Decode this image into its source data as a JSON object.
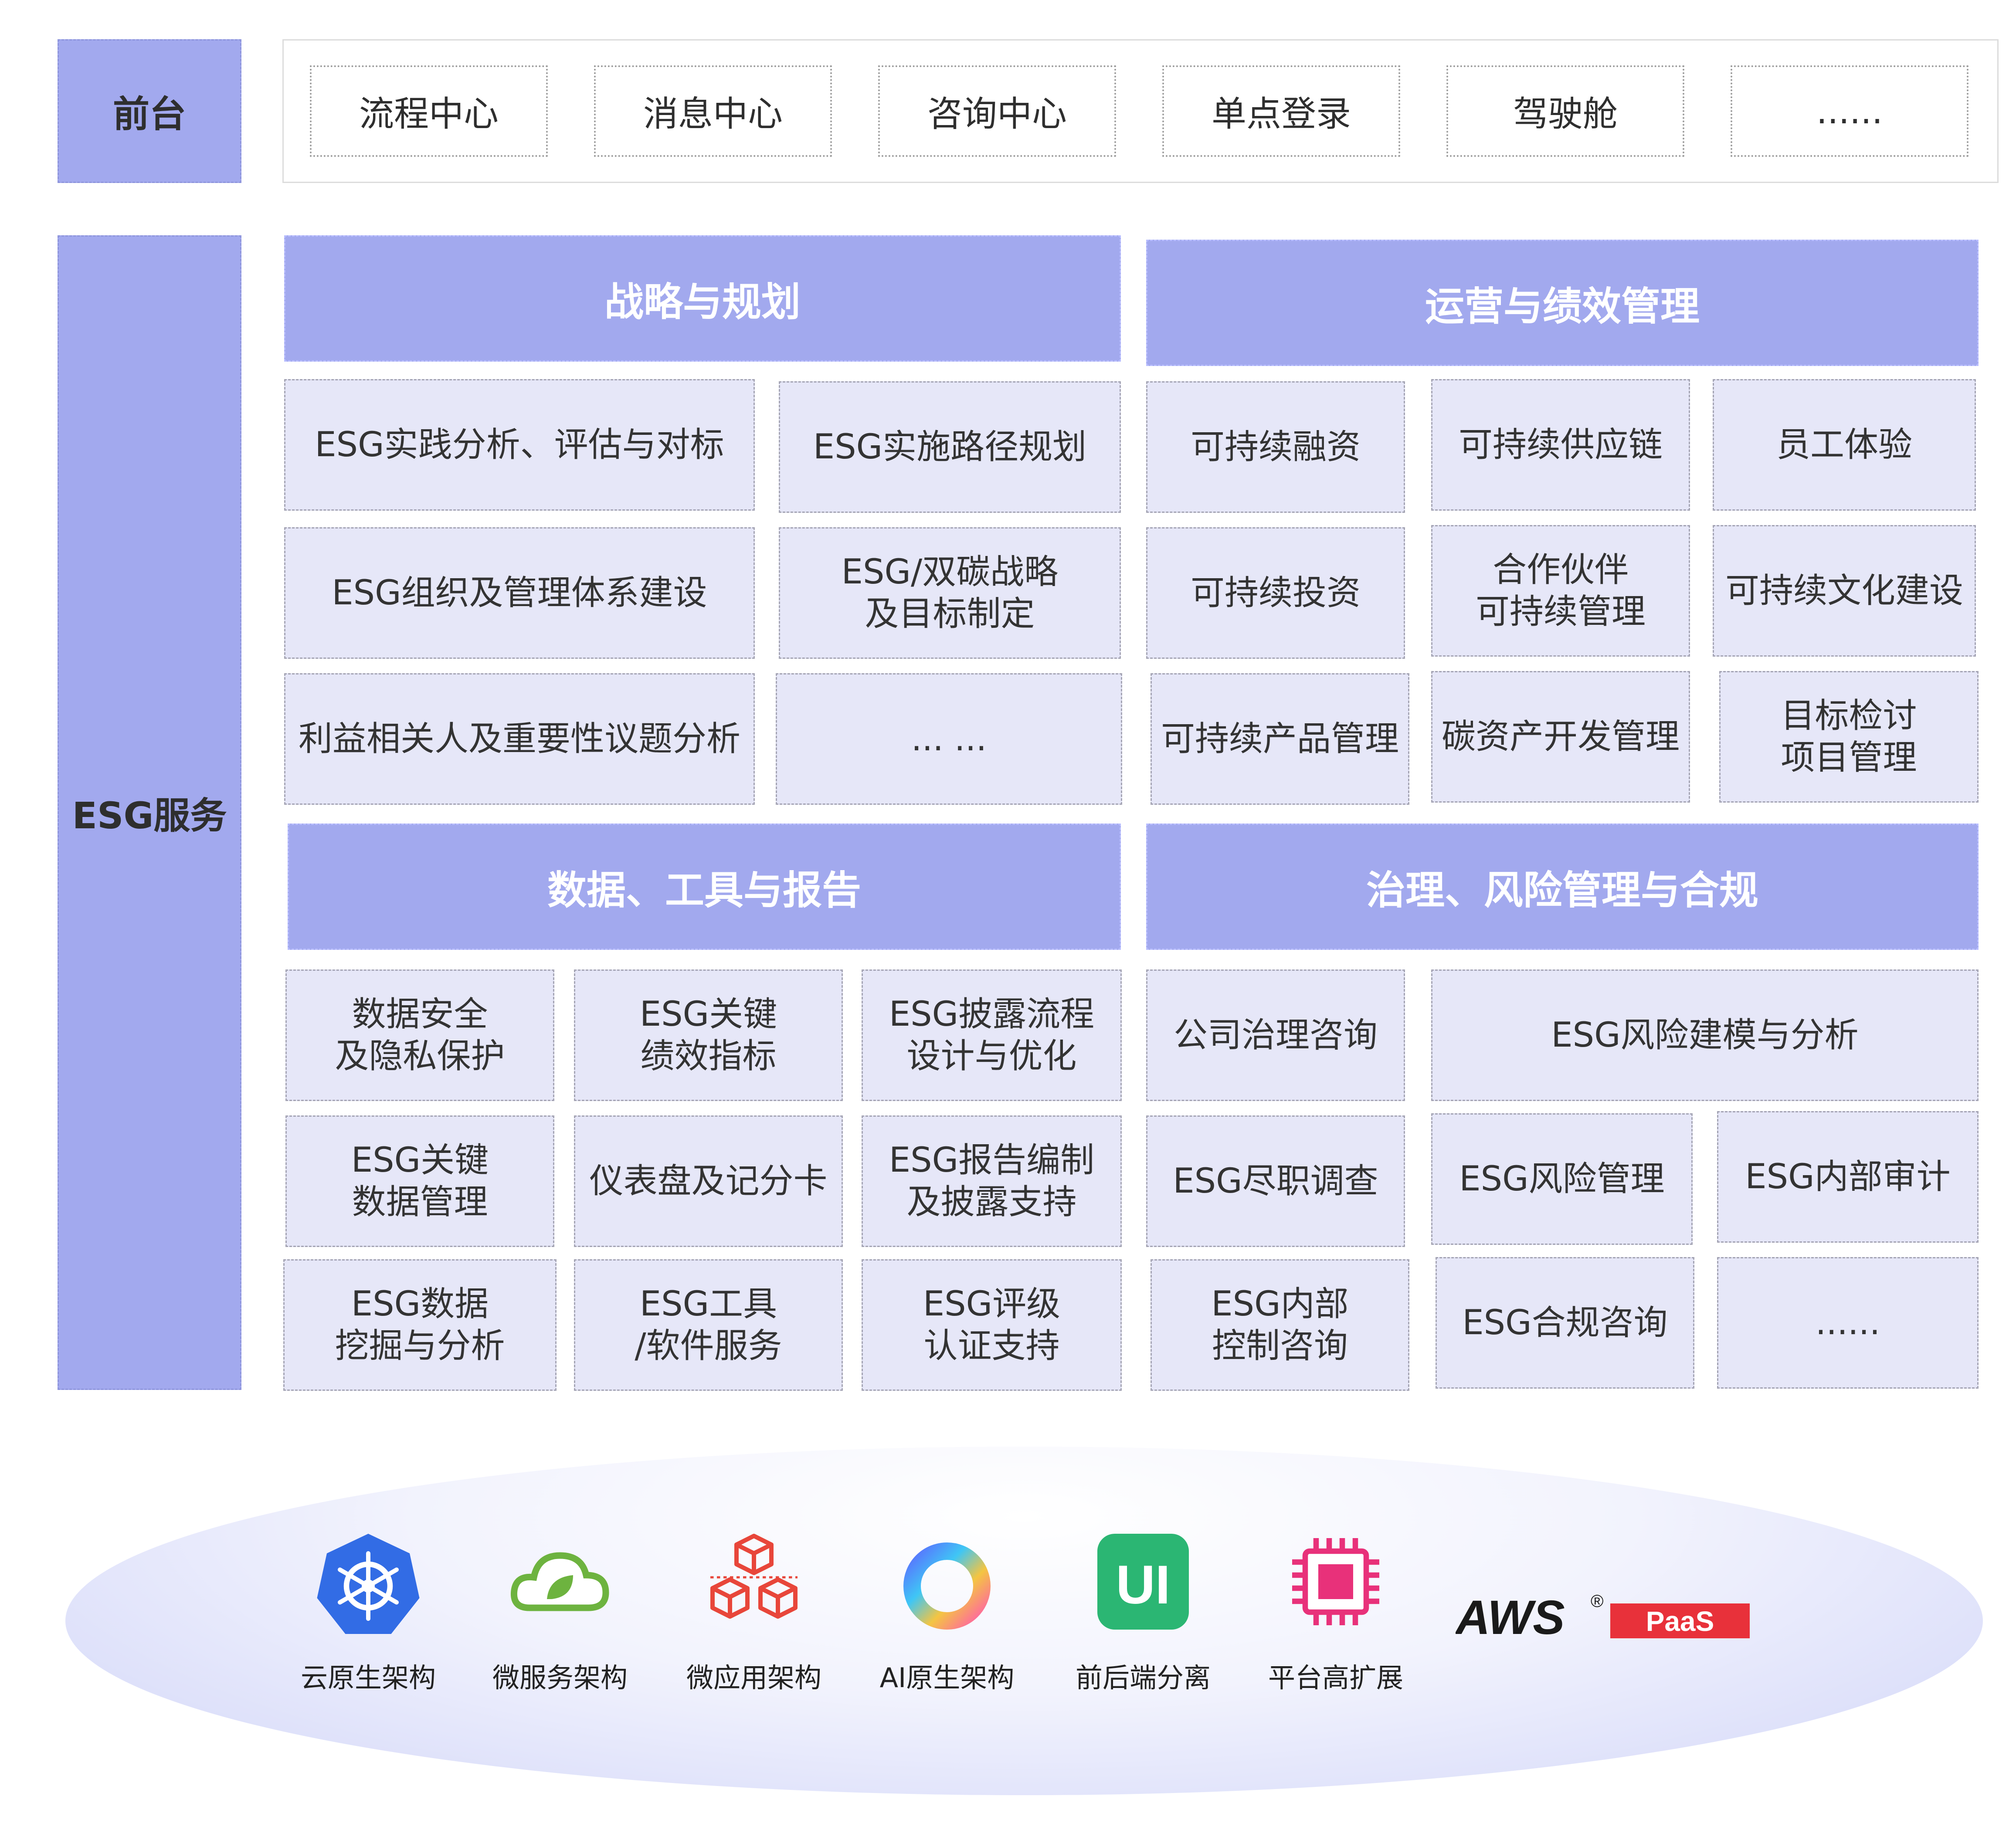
{
  "front": {
    "label": "前台",
    "items": [
      "流程中心",
      "消息中心",
      "咨询中心",
      "单点登录",
      "驾驶舱",
      "......"
    ]
  },
  "esg": {
    "label": "ESG服务",
    "sections": {
      "strategy": {
        "title": "战略与规划",
        "cells": [
          "ESG实践分析、评估与对标",
          "ESG实施路径规划",
          "ESG组织及管理体系建设",
          "ESG/双碳战略\n及目标制定",
          "利益相关人及重要性议题分析",
          "... ..."
        ]
      },
      "operations": {
        "title": "运营与绩效管理",
        "cells": [
          "可持续融资",
          "可持续供应链",
          "员工体验",
          "可持续投资",
          "合作伙伴\n可持续管理",
          "可持续文化建设",
          "可持续产品管理",
          "碳资产开发管理",
          "目标检讨\n项目管理"
        ]
      },
      "data": {
        "title": "数据、工具与报告",
        "cells": [
          "数据安全\n及隐私保护",
          "ESG关键\n绩效指标",
          "ESG披露流程\n设计与优化",
          "ESG关键\n数据管理",
          "仪表盘及记分卡",
          "ESG报告编制\n及披露支持",
          "ESG数据\n挖掘与分析",
          "ESG工具\n/软件服务",
          "ESG评级\n认证支持"
        ]
      },
      "governance": {
        "title": "治理、风险管理与合规",
        "cells": [
          "公司治理咨询",
          "ESG风险建模与分析",
          "ESG尽职调查",
          "ESG风险管理",
          "ESG内部审计",
          "ESG内部\n控制咨询",
          "ESG合规咨询",
          "......"
        ]
      }
    }
  },
  "tech": {
    "items": [
      {
        "label": "云原生架构",
        "icon": "kubernetes-icon"
      },
      {
        "label": "微服务架构",
        "icon": "spring-cloud-icon"
      },
      {
        "label": "微应用架构",
        "icon": "cubes-icon"
      },
      {
        "label": "AI原生架构",
        "icon": "ai-ring-icon"
      },
      {
        "label": "前后端分离",
        "icon": "ui-icon"
      },
      {
        "label": "平台高扩展",
        "icon": "chip-icon"
      }
    ],
    "brand": {
      "name": "AWS",
      "registered": "®",
      "badge": "PaaS"
    },
    "colors": {
      "accent": "#a2a9ee",
      "kubernetes": "#326ce5",
      "spring": "#6db33f",
      "cubes": "#e8463a",
      "ui": "#2bb673",
      "chip": "#e8317a",
      "paas": "#e8313a"
    }
  }
}
